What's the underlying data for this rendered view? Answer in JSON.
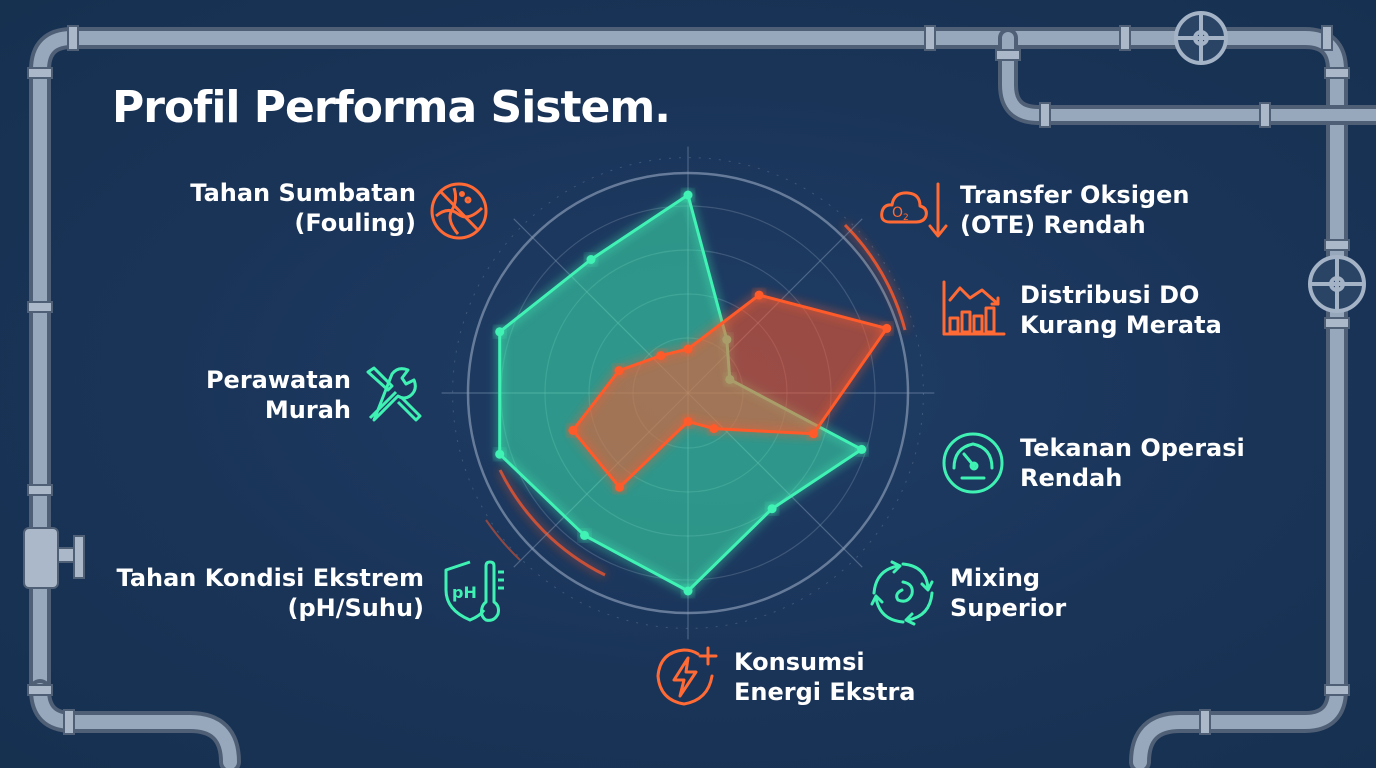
{
  "title": "Profil Performa Sistem.",
  "labels": {
    "fouling": [
      "Tahan Sumbatan",
      "(Fouling)"
    ],
    "perawatan": [
      "Perawatan",
      "Murah"
    ],
    "ekstrem": [
      "Tahan Kondisi Ekstrem",
      "(pH/Suhu)"
    ],
    "ote": [
      "Transfer Oksigen",
      "(OTE) Rendah"
    ],
    "do": [
      "Distribusi DO",
      "Kurang Merata"
    ],
    "tekanan": [
      "Tekanan Operasi",
      "Rendah"
    ],
    "mixing": [
      "Mixing",
      "Superior"
    ],
    "energi": [
      "Konsumsi",
      "Energi Ekstra"
    ]
  },
  "icons": {
    "fouling": "no-clog-icon",
    "perawatan": "wrench-screwdriver-icon",
    "ekstrem": "shield-thermometer-icon",
    "ote": "oxygen-down-icon",
    "do": "bar-chart-icon",
    "tekanan": "pressure-gauge-icon",
    "mixing": "swirl-arrows-icon",
    "energi": "energy-plus-icon"
  },
  "colors": {
    "green": "#3ff2b4",
    "orange": "#ff5a2b",
    "background": "#1a3458",
    "pipe": "#8a9bb0",
    "text": "#ffffff"
  },
  "chart_data": {
    "type": "radar",
    "title": "Profil Performa Sistem.",
    "categories": [
      "Transfer Oksigen (OTE) Rendah",
      "Distribusi DO Kurang Merata",
      "Tekanan Operasi Rendah",
      "Mixing Superior",
      "Konsumsi Energi Ekstra",
      "Tahan Kondisi Ekstrem (pH/Suhu)",
      "Perawatan Murah",
      "Tahan Sumbatan (Fouling)"
    ],
    "ylim": [
      0,
      1
    ],
    "grid": true,
    "series": [
      {
        "color": "#3ff2b4",
        "values": [
          0.9,
          0.3,
          0.2,
          0.83,
          0.65,
          0.9,
          0.8,
          0.9,
          0.9,
          0.75
        ]
      },
      {
        "color": "#ff5a2b",
        "values": [
          0.2,
          0.55,
          0.95,
          0.6,
          0.2,
          0.13,
          0.53,
          0.55,
          0.33,
          0.21
        ]
      }
    ]
  }
}
